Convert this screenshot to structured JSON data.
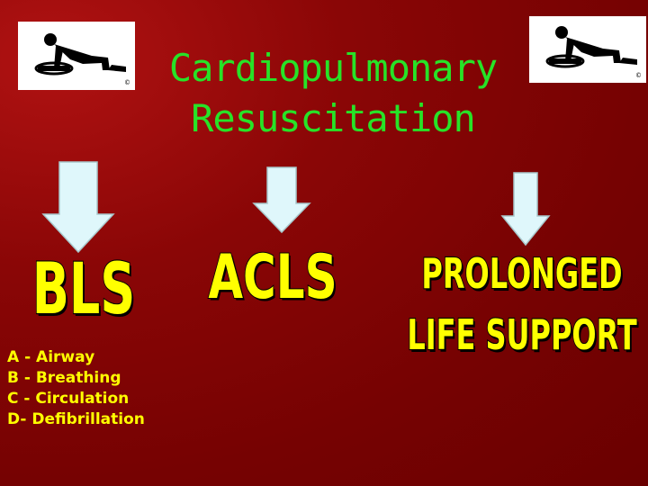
{
  "title": {
    "line1": "Cardiopulmonary",
    "line2": "Resuscitation"
  },
  "icons": {
    "left_logo": "cpr-figure-icon",
    "right_logo": "cpr-figure-icon",
    "arrows": "down-arrow-icon"
  },
  "columns": [
    {
      "label": "BLS"
    },
    {
      "label": "ACLS"
    },
    {
      "label_line1": "PROLONGED",
      "label_line2": "LIFE SUPPORT"
    }
  ],
  "abcd": {
    "a": "A - Airway",
    "b": "B - Breathing",
    "c": "C - Circulation",
    "d": "D- Defibrillation"
  },
  "colors": {
    "background": "#7a0202",
    "title": "#27e327",
    "labels": "#ffff00",
    "arrows": "#dff7fb"
  }
}
